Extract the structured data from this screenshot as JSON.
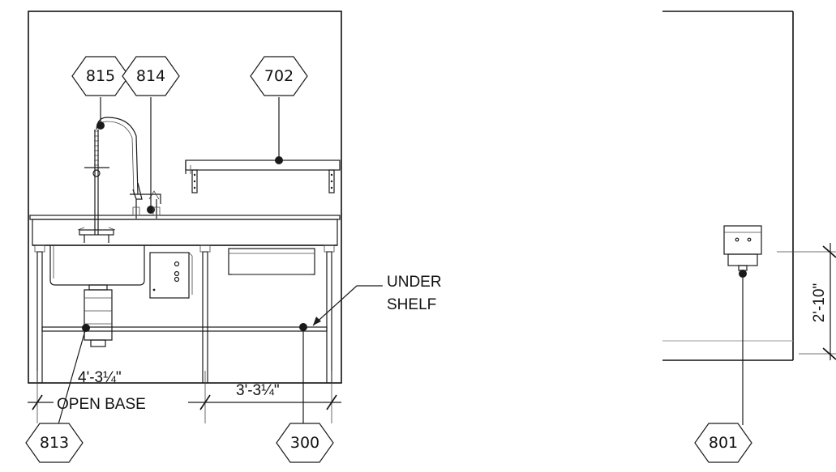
{
  "tags": {
    "t815": "815",
    "t814": "814",
    "t702": "702",
    "t813": "813",
    "t300": "300",
    "t801": "801"
  },
  "notes": {
    "under_shelf_line1": "UNDER",
    "under_shelf_line2": "SHELF"
  },
  "dimensions": {
    "left_dim": "4'-3¼\"",
    "open_base": "OPEN BASE",
    "right_dim": "3'-3¼\"",
    "height_dim": "2'-10\""
  }
}
